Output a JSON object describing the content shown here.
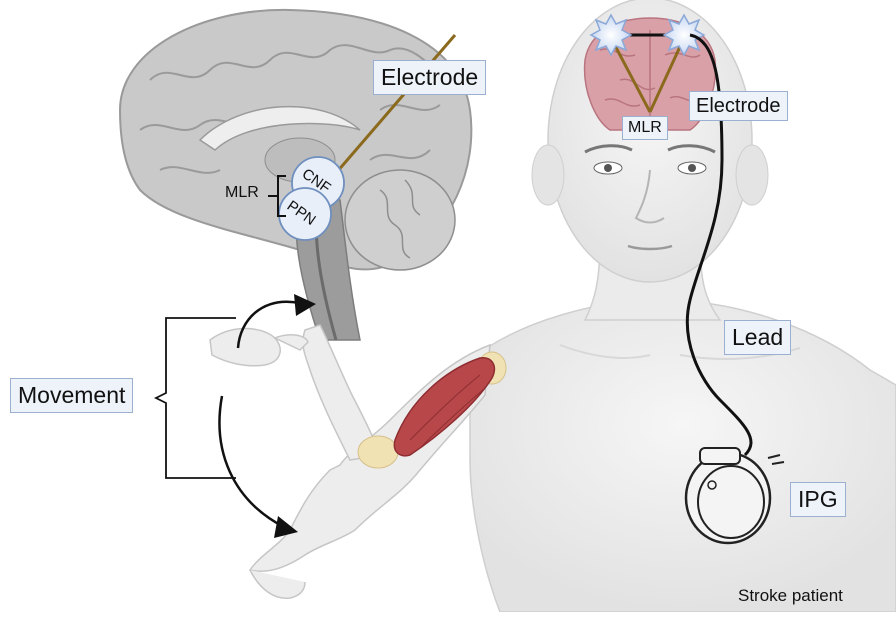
{
  "labels": {
    "electrode_brain": "Electrode",
    "electrode_head": "Electrode",
    "mlr_brain": "MLR",
    "mlr_head": "MLR",
    "cnf": "CNF",
    "ppn": "PPN",
    "movement": "Movement",
    "lead": "Lead",
    "ipg": "IPG",
    "caption": "Stroke patient"
  },
  "colors": {
    "electrode_wire": "#8b6a1e",
    "lead_wire": "#111111",
    "brain_gray": "#c9c9c9",
    "cortex_pink": "#d9a0a8",
    "muscle_red": "#b8474a",
    "electrode_contact": "#dbe7f7",
    "label_bg": "#eef2f9",
    "label_border": "#9bb0d0"
  }
}
